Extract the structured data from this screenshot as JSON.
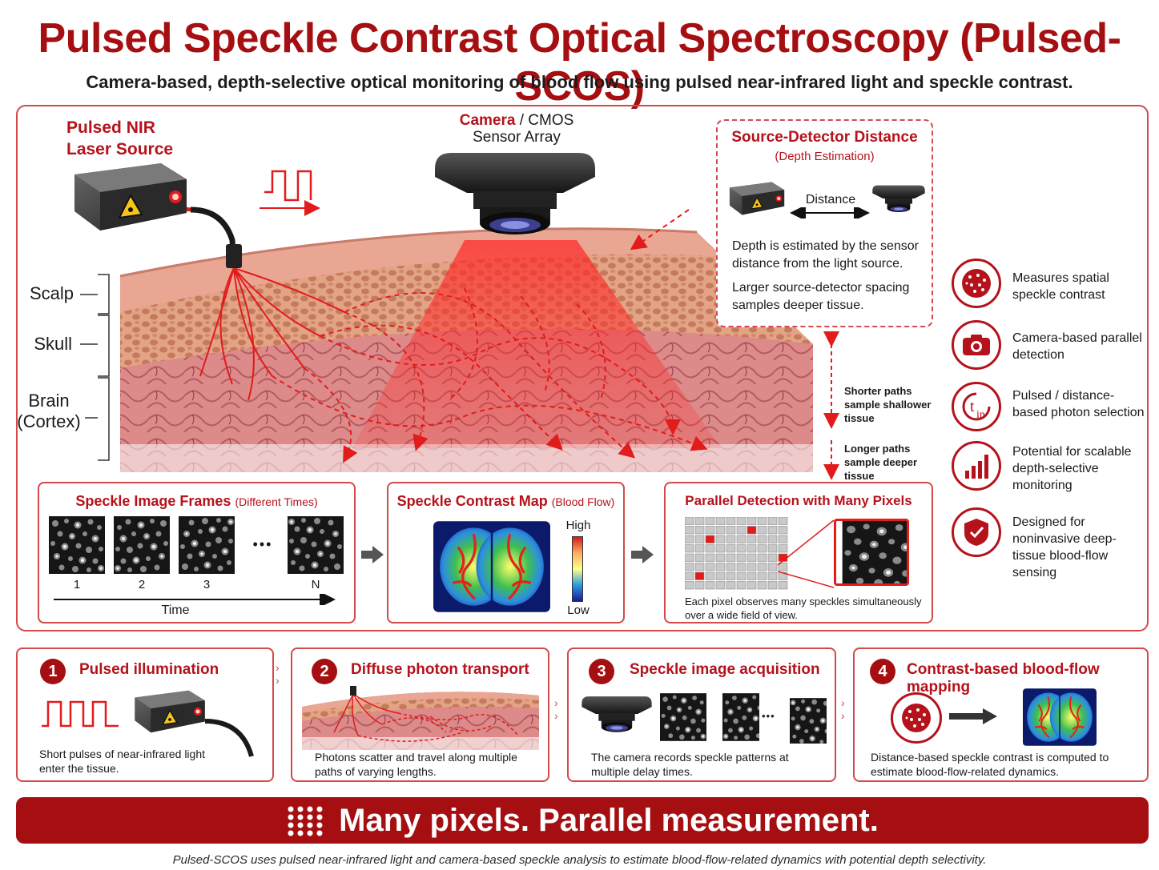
{
  "title": "Pulsed Speckle Contrast Optical Spectroscopy (Pulsed-SCOS)",
  "subtitle": "Camera-based, depth-selective optical monitoring of blood flow using pulsed near-infrared light and speckle contrast.",
  "laser": {
    "label_line1": "Pulsed NIR",
    "label_line2": "Laser Source"
  },
  "camera": {
    "label_red": "Camera",
    "label_rest": " / CMOS",
    "label_line2": "Sensor Array"
  },
  "layers": {
    "scalp": "Scalp",
    "skull": "Skull",
    "brain_line1": "Brain",
    "brain_line2": "(Cortex)"
  },
  "sd_box": {
    "title": "Source-Detector Distance",
    "subtitle": "(Depth Estimation)",
    "distance_label": "Distance",
    "text1": "Depth is estimated by the sensor distance from the light source.",
    "text2": "Larger source-detector spacing samples deeper tissue."
  },
  "depth_notes": {
    "shorter": "Shorter paths sample shallower tissue",
    "longer": "Longer paths sample deeper tissue"
  },
  "features": [
    {
      "icon": "speckle-icon",
      "text": "Measures spatial speckle contrast"
    },
    {
      "icon": "camera-icon",
      "text": "Camera-based parallel detection"
    },
    {
      "icon": "time-gate-icon",
      "text": "Pulsed / distance-based photon selection"
    },
    {
      "icon": "bar-chart-icon",
      "text": "Potential for scalable depth-selective monitoring"
    },
    {
      "icon": "shield-icon",
      "text": "Designed for noninvasive deep-tissue blood-flow sensing"
    }
  ],
  "frames_panel": {
    "title": "Speckle Image Frames",
    "title_small": "(Different Times)",
    "labels": [
      "1",
      "2",
      "3",
      "N"
    ],
    "ellipsis": "•••",
    "time_label": "Time"
  },
  "contrast_panel": {
    "title": "Speckle Contrast Map",
    "title_small": "(Blood Flow)",
    "high": "High",
    "low": "Low"
  },
  "parallel_panel": {
    "title": "Parallel Detection with Many Pixels",
    "caption": "Each pixel observes many speckles simultaneously over a wide field of view."
  },
  "steps": [
    {
      "num": "1",
      "title": "Pulsed illumination",
      "desc": "Short pulses of near-infrared light enter the tissue."
    },
    {
      "num": "2",
      "title": "Diffuse photon transport",
      "desc": "Photons scatter and travel along multiple paths of varying lengths."
    },
    {
      "num": "3",
      "title": "Speckle image acquisition",
      "desc": "The camera records speckle patterns at multiple delay times."
    },
    {
      "num": "4",
      "title": "Contrast-based blood-flow mapping",
      "desc": "Distance-based speckle contrast is computed to estimate blood-flow-related dynamics."
    }
  ],
  "banner": "Many pixels. Parallel measurement.",
  "footnote": "Pulsed-SCOS uses pulsed near-infrared light and camera-based speckle analysis to estimate blood-flow-related dynamics with potential depth selectivity.",
  "colors": {
    "accent": "#a50f12",
    "border": "#d24a4a",
    "laser_red": "#e21b1b"
  }
}
